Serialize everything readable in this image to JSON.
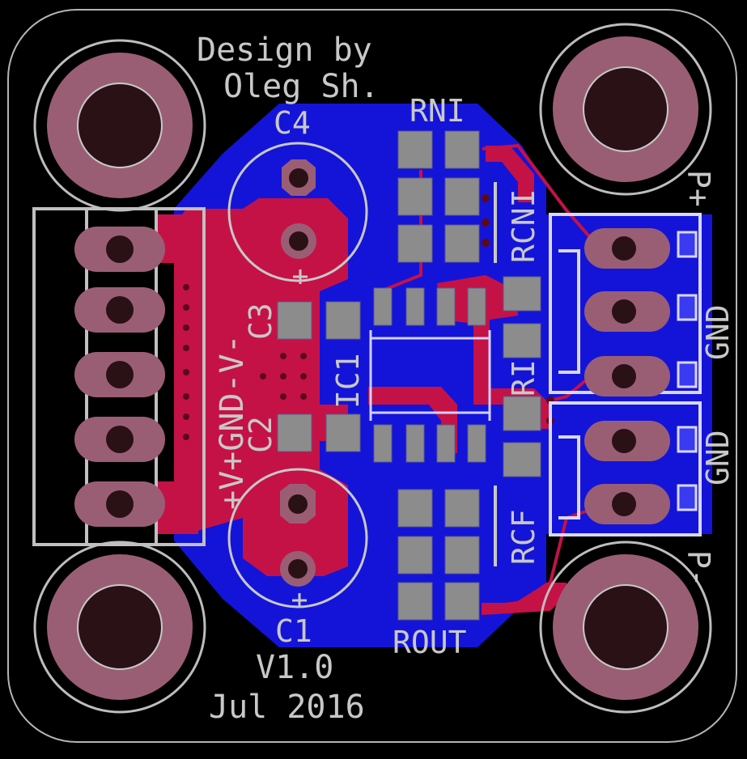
{
  "board": {
    "credit_line1": "Design by",
    "credit_line2": "Oleg Sh.",
    "version": "V1.0",
    "date": "Jul 2016",
    "power_label": "+V+GND-V-"
  },
  "parts": {
    "c1": "C1",
    "c2": "C2",
    "c3": "C3",
    "c4": "C4",
    "ic1": "IC1",
    "rni": "RNI",
    "rcni": "RCNI",
    "ri": "RI",
    "rcf": "RCF",
    "rout": "ROUT"
  },
  "right_header": {
    "p_plus": "P+",
    "gnd_top": "GND",
    "gnd_bottom": "GND",
    "p_minus": "P-"
  },
  "colors": {
    "background": "#000000",
    "bottom_copper": "#1414d8",
    "top_copper": "#c41246",
    "pad": "#9a5e74",
    "hole": "#2a1116",
    "silkscreen": "#c8c8c8",
    "smd_pad": "#8c8c8c",
    "outline": "#b4b4b4"
  }
}
